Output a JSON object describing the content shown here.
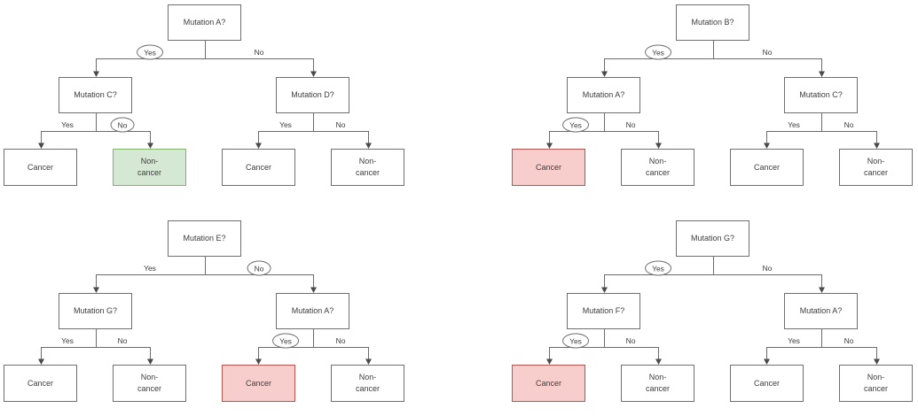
{
  "colors": {
    "background": "#ffffff",
    "node_fill": "#ffffff",
    "node_border": "#6f6f6f",
    "line": "#6b6b6b",
    "text": "#3d3d3d",
    "highlight_green_fill": "#d5e8d4",
    "highlight_green_border": "#82b366",
    "highlight_red_fill": "#f8cecc",
    "highlight_red_border": "#b85450"
  },
  "trees": [
    {
      "root": {
        "label": "Mutation A?"
      },
      "root_edges": {
        "left": {
          "label": "Yes",
          "circled": true
        },
        "right": {
          "label": "No",
          "circled": false
        }
      },
      "children": [
        {
          "label": "Mutation C?",
          "edges": {
            "left": {
              "label": "Yes",
              "circled": false
            },
            "right": {
              "label": "No",
              "circled": true
            }
          }
        },
        {
          "label": "Mutation D?",
          "edges": {
            "left": {
              "label": "Yes",
              "circled": false
            },
            "right": {
              "label": "No",
              "circled": false
            }
          }
        }
      ],
      "leaves": [
        {
          "label": "Cancer",
          "highlight": "none"
        },
        {
          "label": "Non-\ncancer",
          "highlight": "green"
        },
        {
          "label": "Cancer",
          "highlight": "none"
        },
        {
          "label": "Non-\ncancer",
          "highlight": "none"
        }
      ]
    },
    {
      "root": {
        "label": "Mutation B?"
      },
      "root_edges": {
        "left": {
          "label": "Yes",
          "circled": true
        },
        "right": {
          "label": "No",
          "circled": false
        }
      },
      "children": [
        {
          "label": "Mutation A?",
          "edges": {
            "left": {
              "label": "Yes",
              "circled": true
            },
            "right": {
              "label": "No",
              "circled": false
            }
          }
        },
        {
          "label": "Mutation C?",
          "edges": {
            "left": {
              "label": "Yes",
              "circled": false
            },
            "right": {
              "label": "No",
              "circled": false
            }
          }
        }
      ],
      "leaves": [
        {
          "label": "Cancer",
          "highlight": "red"
        },
        {
          "label": "Non-\ncancer",
          "highlight": "none"
        },
        {
          "label": "Cancer",
          "highlight": "none"
        },
        {
          "label": "Non-\ncancer",
          "highlight": "none"
        }
      ]
    },
    {
      "root": {
        "label": "Mutation E?"
      },
      "root_edges": {
        "left": {
          "label": "Yes",
          "circled": false
        },
        "right": {
          "label": "No",
          "circled": true
        }
      },
      "children": [
        {
          "label": "Mutation G?",
          "edges": {
            "left": {
              "label": "Yes",
              "circled": false
            },
            "right": {
              "label": "No",
              "circled": false
            }
          }
        },
        {
          "label": "Mutation A?",
          "edges": {
            "left": {
              "label": "Yes",
              "circled": true
            },
            "right": {
              "label": "No",
              "circled": false
            }
          }
        }
      ],
      "leaves": [
        {
          "label": "Cancer",
          "highlight": "none"
        },
        {
          "label": "Non-\ncancer",
          "highlight": "none"
        },
        {
          "label": "Cancer",
          "highlight": "red"
        },
        {
          "label": "Non-\ncancer",
          "highlight": "none"
        }
      ]
    },
    {
      "root": {
        "label": "Mutation G?"
      },
      "root_edges": {
        "left": {
          "label": "Yes",
          "circled": true
        },
        "right": {
          "label": "No",
          "circled": false
        }
      },
      "children": [
        {
          "label": "Mutation F?",
          "edges": {
            "left": {
              "label": "Yes",
              "circled": true
            },
            "right": {
              "label": "No",
              "circled": false
            }
          }
        },
        {
          "label": "Mutation A?",
          "edges": {
            "left": {
              "label": "Yes",
              "circled": false
            },
            "right": {
              "label": "No",
              "circled": false
            }
          }
        }
      ],
      "leaves": [
        {
          "label": "Cancer",
          "highlight": "red"
        },
        {
          "label": "Non-\ncancer",
          "highlight": "none"
        },
        {
          "label": "Cancer",
          "highlight": "none"
        },
        {
          "label": "Non-\ncancer",
          "highlight": "none"
        }
      ]
    }
  ]
}
